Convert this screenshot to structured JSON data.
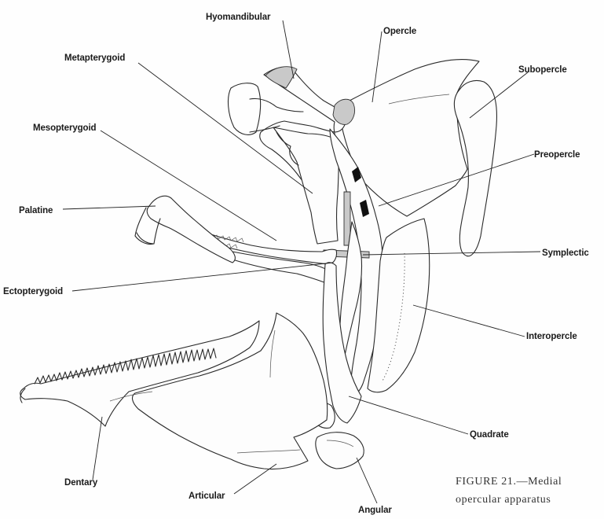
{
  "labels": {
    "hyomandibular": "Hyomandibular",
    "opercle": "Opercle",
    "metapterygoid": "Metapterygoid",
    "subopercle": "Subopercle",
    "mesopterygoid": "Mesopterygoid",
    "preopercle": "Preopercle",
    "palatine": "Palatine",
    "symplectic": "Symplectic",
    "ectopterygoid": "Ectopterygoid",
    "interopercle": "Interopercle",
    "quadrate": "Quadrate",
    "dentary": "Dentary",
    "articular": "Articular",
    "angular": "Angular"
  },
  "caption": {
    "line1_figure": "FIGURE 21.",
    "line1_dash": "—",
    "line1_text": "Medial",
    "line2": "opercular apparatus"
  },
  "colors": {
    "ink": "#1a1a1a",
    "cartilage": "#c9c9c9",
    "paper": "#fefefe"
  }
}
